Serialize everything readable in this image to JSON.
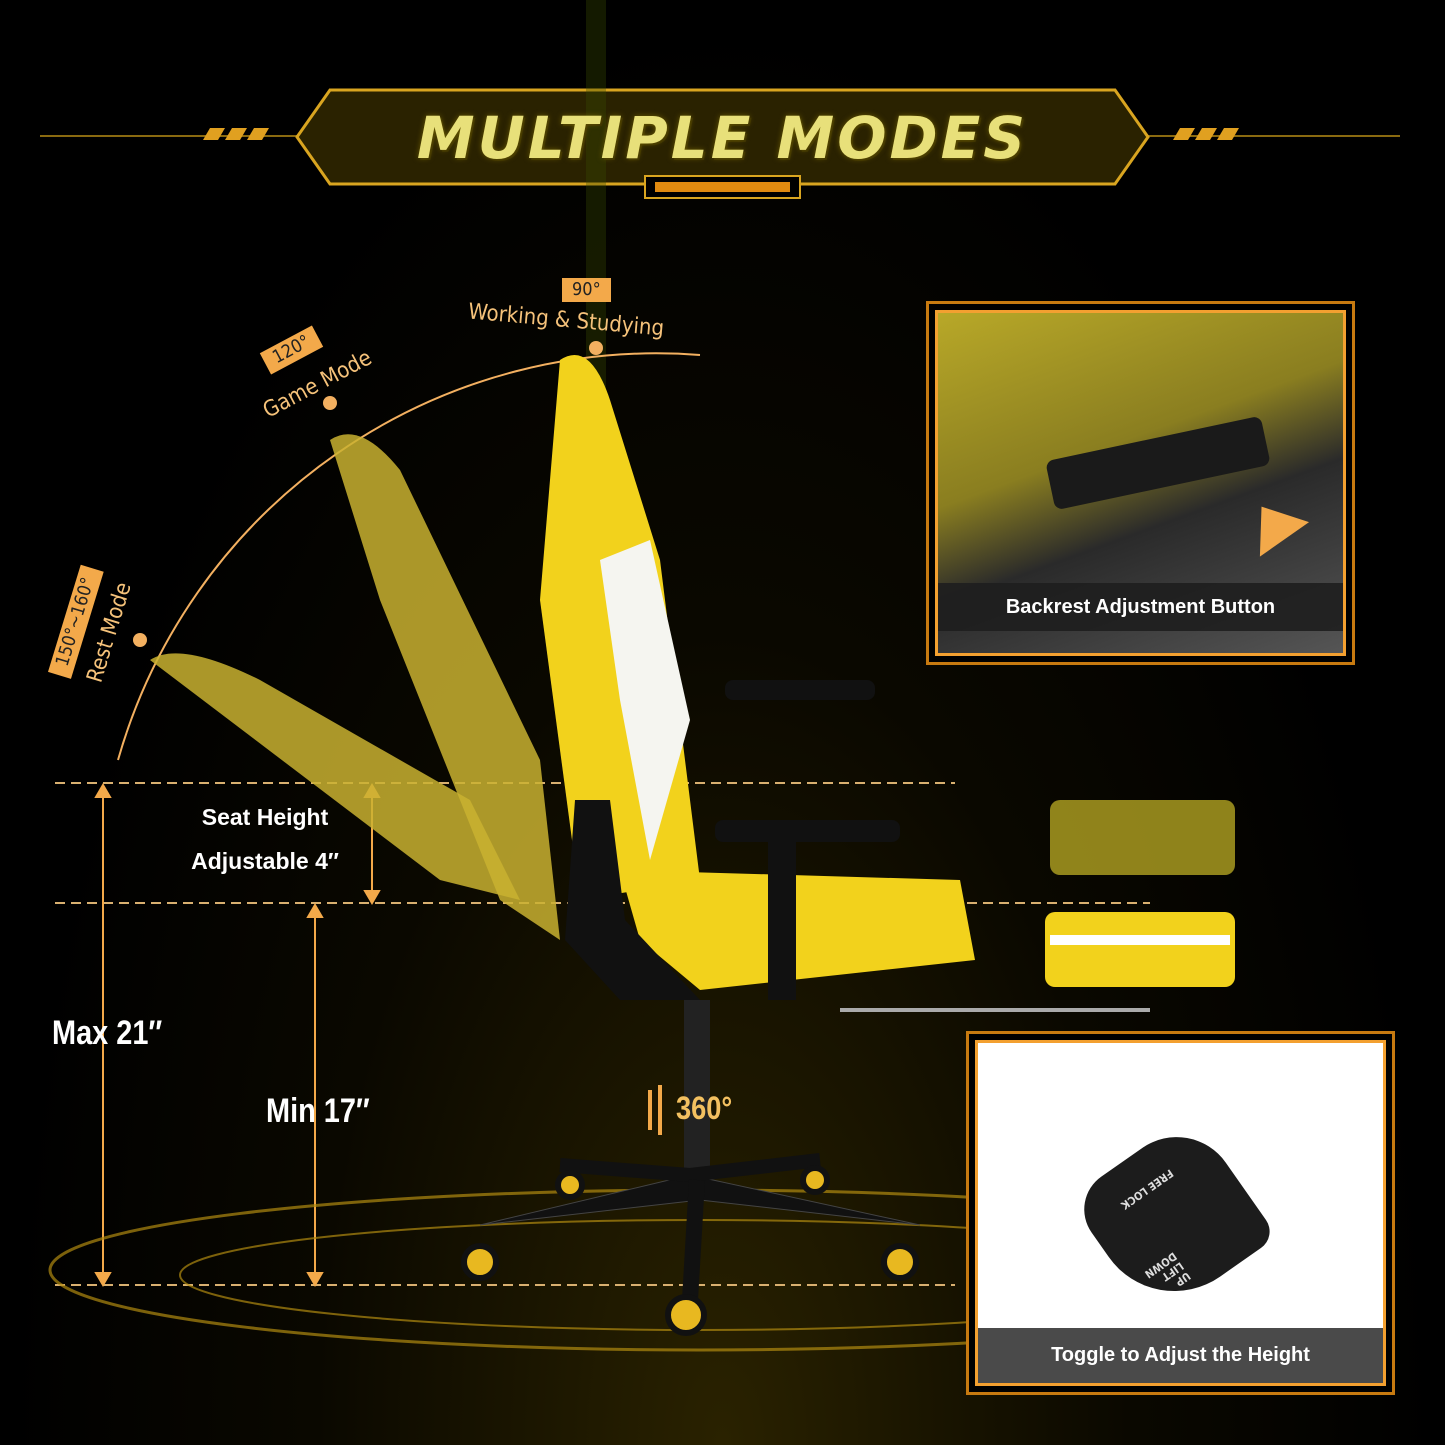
{
  "title": "MULTIPLE MODES",
  "modes": [
    {
      "angle": "90°",
      "label": "Working & Studying"
    },
    {
      "angle": "120°",
      "label": "Game Mode"
    },
    {
      "angle": "150°~160°",
      "label": "Rest Mode"
    }
  ],
  "measurements": {
    "seat_height_line1": "Seat Height",
    "seat_height_line2": "Adjustable 4″",
    "max": "Max 21″",
    "min": "Min 17″",
    "swivel": "360°"
  },
  "insets": {
    "backrest_caption": "Backrest Adjustment Button",
    "height_caption": "Toggle to Adjust the Height",
    "lever_text_free": "FREE",
    "lever_text_lock": "LOCK",
    "lever_text_up": "UP",
    "lever_text_lift": "LIFT",
    "lever_text_down": "DOWN"
  },
  "colors": {
    "accent": "#f3a94a",
    "chair": "#f2d21c",
    "background": "#000000"
  }
}
